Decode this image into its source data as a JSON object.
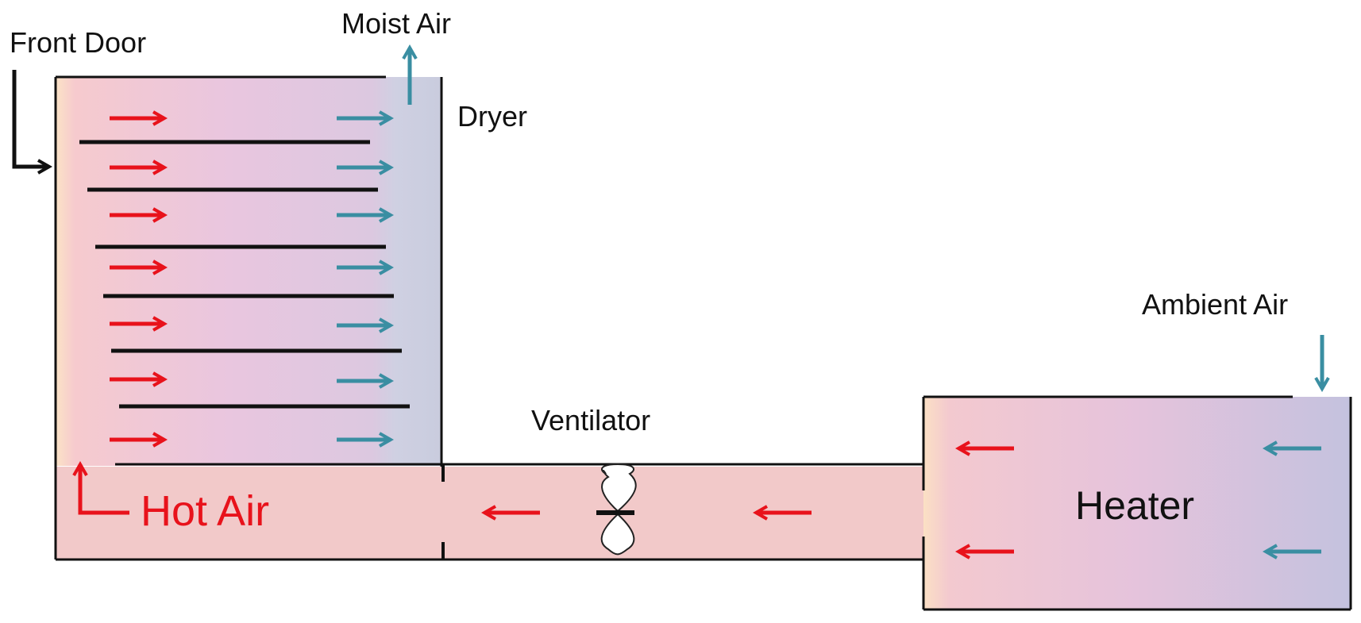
{
  "labels": {
    "front_door": "Front Door",
    "moist_air": "Moist Air",
    "dryer": "Dryer",
    "ambient_air": "Ambient Air",
    "ventilator": "Ventilator",
    "heater": "Heater",
    "hot_air": "Hot Air"
  },
  "colors": {
    "hot_arrow": "#e8121b",
    "cool_arrow": "#3a8ea2",
    "outline": "#111111",
    "duct_fill": "#f2c9c9",
    "gradient_warm_edge": "#fbe3c6",
    "gradient_warm": "#f5c9cf",
    "gradient_mid": "#e6c6df",
    "gradient_cool": "#c6c9de"
  },
  "icons": {
    "fan": "fan-icon",
    "hot_flow": "red-arrow-icon",
    "moist_flow": "teal-arrow-icon"
  }
}
